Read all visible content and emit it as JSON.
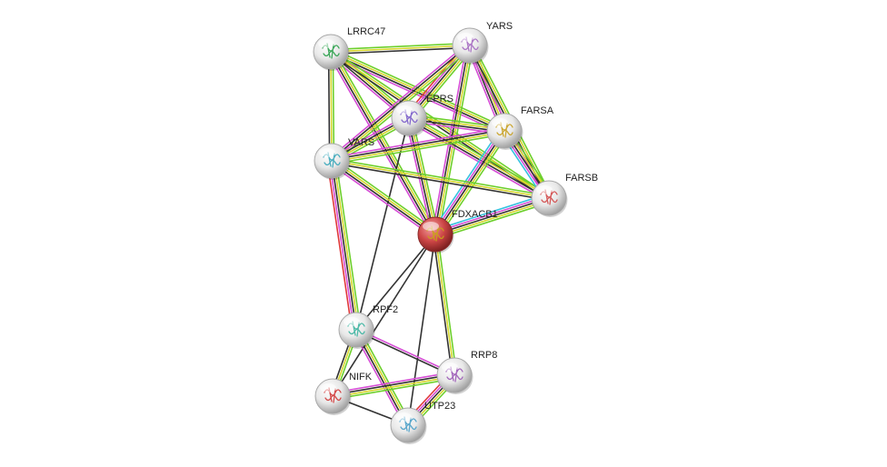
{
  "network": {
    "nodes": [
      {
        "id": "LRRC47",
        "label": "LRRC47",
        "kind": "neighbor",
        "structure_color": "#2aa04a"
      },
      {
        "id": "YARS",
        "label": "YARS",
        "kind": "neighbor",
        "structure_color": "#a56cc1"
      },
      {
        "id": "EPRS",
        "label": "EPRS",
        "kind": "neighbor",
        "structure_color": "#7a5cc9"
      },
      {
        "id": "FARSA",
        "label": "FARSA",
        "kind": "neighbor",
        "structure_color": "#c8a020"
      },
      {
        "id": "VARS",
        "label": "VARS",
        "kind": "neighbor",
        "structure_color": "#3aa6b9"
      },
      {
        "id": "FARSB",
        "label": "FARSB",
        "kind": "neighbor",
        "structure_color": "#d24a4a"
      },
      {
        "id": "FDXACB1",
        "label": "FDXACB1",
        "kind": "query",
        "structure_color": "#c9a219"
      },
      {
        "id": "RPF2",
        "label": "RPF2",
        "kind": "neighbor",
        "structure_color": "#3bb4a0"
      },
      {
        "id": "RRP8",
        "label": "RRP8",
        "kind": "neighbor",
        "structure_color": "#9b59b6"
      },
      {
        "id": "NIFK",
        "label": "NIFK",
        "kind": "neighbor",
        "structure_color": "#d03a3a"
      },
      {
        "id": "UTP23",
        "label": "UTP23",
        "kind": "neighbor",
        "structure_color": "#4aa0c8"
      }
    ],
    "edges": [
      {
        "source": "LRRC47",
        "target": "YARS",
        "evidence": [
          "lime",
          "yellow",
          "dark"
        ]
      },
      {
        "source": "LRRC47",
        "target": "EPRS",
        "evidence": [
          "lime",
          "yellow",
          "dark",
          "magenta"
        ]
      },
      {
        "source": "LRRC47",
        "target": "FARSA",
        "evidence": [
          "lime",
          "yellow",
          "dark",
          "magenta"
        ]
      },
      {
        "source": "LRRC47",
        "target": "VARS",
        "evidence": [
          "lime",
          "yellow",
          "dark"
        ]
      },
      {
        "source": "LRRC47",
        "target": "FARSB",
        "evidence": [
          "lime",
          "yellow",
          "dark"
        ]
      },
      {
        "source": "LRRC47",
        "target": "FDXACB1",
        "evidence": [
          "lime",
          "yellow",
          "dark",
          "magenta"
        ]
      },
      {
        "source": "YARS",
        "target": "EPRS",
        "evidence": [
          "lime",
          "yellow",
          "dark",
          "magenta",
          "red"
        ]
      },
      {
        "source": "YARS",
        "target": "FARSA",
        "evidence": [
          "lime",
          "yellow",
          "dark",
          "magenta"
        ]
      },
      {
        "source": "YARS",
        "target": "VARS",
        "evidence": [
          "lime",
          "yellow",
          "dark",
          "magenta"
        ]
      },
      {
        "source": "YARS",
        "target": "FARSB",
        "evidence": [
          "lime",
          "yellow",
          "dark",
          "magenta"
        ]
      },
      {
        "source": "YARS",
        "target": "FDXACB1",
        "evidence": [
          "lime",
          "yellow",
          "dark",
          "magenta"
        ]
      },
      {
        "source": "EPRS",
        "target": "FARSA",
        "evidence": [
          "lime",
          "yellow",
          "dark",
          "magenta"
        ]
      },
      {
        "source": "EPRS",
        "target": "VARS",
        "evidence": [
          "lime",
          "yellow",
          "dark",
          "magenta"
        ]
      },
      {
        "source": "EPRS",
        "target": "FARSB",
        "evidence": [
          "lime",
          "yellow",
          "dark",
          "magenta"
        ]
      },
      {
        "source": "EPRS",
        "target": "FDXACB1",
        "evidence": [
          "lime",
          "yellow",
          "dark",
          "magenta"
        ]
      },
      {
        "source": "EPRS",
        "target": "RPF2",
        "evidence": [
          "dark"
        ]
      },
      {
        "source": "FARSA",
        "target": "VARS",
        "evidence": [
          "lime",
          "yellow",
          "dark",
          "magenta"
        ]
      },
      {
        "source": "FARSA",
        "target": "FARSB",
        "evidence": [
          "lime",
          "yellow",
          "dark",
          "magenta",
          "cyan"
        ]
      },
      {
        "source": "FARSA",
        "target": "FDXACB1",
        "evidence": [
          "lime",
          "yellow",
          "dark",
          "magenta",
          "cyan"
        ]
      },
      {
        "source": "VARS",
        "target": "FARSB",
        "evidence": [
          "lime",
          "yellow",
          "dark"
        ]
      },
      {
        "source": "VARS",
        "target": "FDXACB1",
        "evidence": [
          "lime",
          "yellow",
          "dark",
          "magenta"
        ]
      },
      {
        "source": "VARS",
        "target": "RPF2",
        "evidence": [
          "lime",
          "yellow",
          "dark",
          "magenta",
          "red"
        ]
      },
      {
        "source": "FARSB",
        "target": "FDXACB1",
        "evidence": [
          "lime",
          "yellow",
          "dark",
          "magenta",
          "cyan"
        ]
      },
      {
        "source": "FDXACB1",
        "target": "RPF2",
        "evidence": [
          "dark"
        ]
      },
      {
        "source": "FDXACB1",
        "target": "RRP8",
        "evidence": [
          "lime",
          "yellow",
          "dark"
        ]
      },
      {
        "source": "FDXACB1",
        "target": "NIFK",
        "evidence": [
          "dark"
        ]
      },
      {
        "source": "FDXACB1",
        "target": "UTP23",
        "evidence": [
          "dark"
        ]
      },
      {
        "source": "RPF2",
        "target": "RRP8",
        "evidence": [
          "magenta",
          "dark"
        ]
      },
      {
        "source": "RPF2",
        "target": "NIFK",
        "evidence": [
          "lime",
          "yellow",
          "dark"
        ]
      },
      {
        "source": "RPF2",
        "target": "UTP23",
        "evidence": [
          "lime",
          "yellow",
          "dark",
          "magenta"
        ]
      },
      {
        "source": "RRP8",
        "target": "NIFK",
        "evidence": [
          "lime",
          "yellow",
          "dark",
          "magenta"
        ]
      },
      {
        "source": "RRP8",
        "target": "UTP23",
        "evidence": [
          "lime",
          "yellow",
          "dark",
          "magenta",
          "red"
        ]
      },
      {
        "source": "NIFK",
        "target": "UTP23",
        "evidence": [
          "dark"
        ]
      }
    ],
    "evidence_colors": {
      "lime": "#6dd02c",
      "yellow": "#d6d62c",
      "dark": "#333333",
      "magenta": "#d64ed6",
      "red": "#e0383a",
      "cyan": "#36c2e0"
    },
    "node_colors": {
      "neighbor": "#e6e6e6",
      "query": "#cc3b3b"
    }
  }
}
